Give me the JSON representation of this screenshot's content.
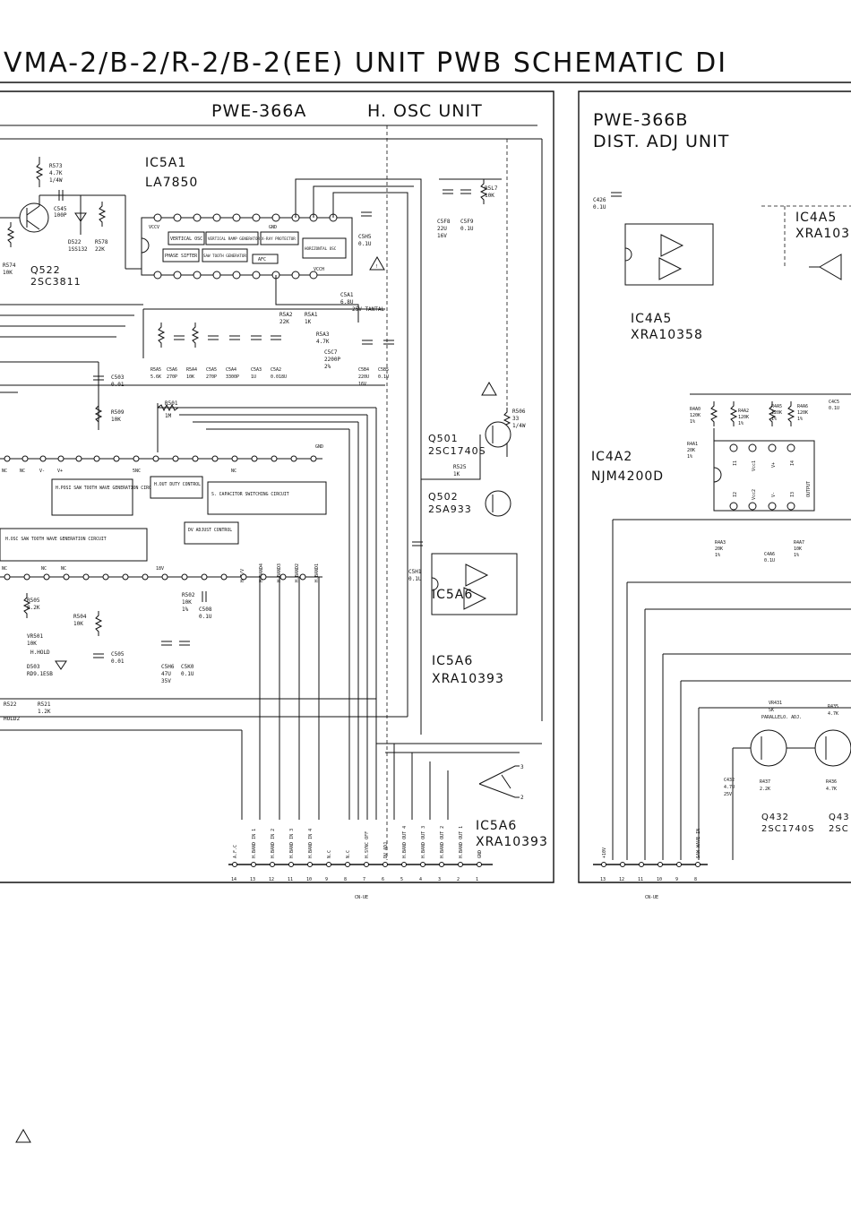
{
  "title": "VMA-2/B-2/R-2/B-2(EE) UNIT PWB SCHEMATIC DI",
  "left_panel": {
    "unit_code": "PWE-366A",
    "unit_name": "H. OSC UNIT",
    "ic5a1": {
      "ref": "IC5A1",
      "part": "LA7850"
    },
    "ic_blocks": [
      "VERTICAL OSC",
      "VERTICAL RAMP GENERATOR",
      "X-RAY PROTECTOR",
      "HORIZONTAL OSC",
      "PHASE SIFTER",
      "SAW TOOTH GENERATOR",
      "AFC"
    ],
    "ic_pins_top": [
      "VCCV",
      "GND"
    ],
    "ic_pins_bottom": [
      "VCCH"
    ],
    "transistor_q522": {
      "ref": "Q522",
      "part": "2SC3811"
    },
    "q501": {
      "ref": "Q501",
      "part": "2SC1740S"
    },
    "q502": {
      "ref": "Q502",
      "part": "2SA933"
    },
    "ic5a6": {
      "ref": "IC5A6",
      "part": "XRA10393"
    },
    "ic5a6_side": {
      "ref": "IC5A6",
      "part": "XRA10393"
    },
    "components": [
      {
        "ref": "R573",
        "val": "4.7K",
        "extra": "1/4W"
      },
      {
        "ref": "C545",
        "val": "100P"
      },
      {
        "ref": "D522",
        "val": "1SS132"
      },
      {
        "ref": "R578",
        "val": "22K"
      },
      {
        "ref": "R574",
        "val": "10K"
      },
      {
        "ref": "C5F8",
        "val": "22U",
        "extra": "16V"
      },
      {
        "ref": "C5F9",
        "val": "0.1U"
      },
      {
        "ref": "R5L7",
        "val": "10K"
      },
      {
        "ref": "C5H5",
        "val": "0.1U"
      },
      {
        "ref": "C5A1",
        "val": "6.8U",
        "extra": "25V TANTAL"
      },
      {
        "ref": "R5A2",
        "val": "22K"
      },
      {
        "ref": "R5A1",
        "val": "1K"
      },
      {
        "ref": "R5A3",
        "val": "4.7K"
      },
      {
        "ref": "C5C7",
        "val": "2200P",
        "extra": "2%"
      },
      {
        "ref": "C503",
        "val": "0.01"
      },
      {
        "ref": "R509",
        "val": "10K"
      },
      {
        "ref": "R501",
        "val": "1M"
      },
      {
        "ref": "R506",
        "val": "33",
        "extra": "1/4W"
      },
      {
        "ref": "R525",
        "val": "1K"
      },
      {
        "ref": "C5H1",
        "val": "0.1U"
      },
      {
        "ref": "R505",
        "val": "8.2K"
      },
      {
        "ref": "R504",
        "val": "10K"
      },
      {
        "ref": "R502",
        "val": "10K",
        "extra": "1%"
      },
      {
        "ref": "C508",
        "val": "0.1U"
      },
      {
        "ref": "C5H6",
        "val": "47U",
        "extra": "35V"
      },
      {
        "ref": "C5K0",
        "val": "0.1U"
      },
      {
        "ref": "C505",
        "val": "0.01"
      },
      {
        "ref": "VR501",
        "val": "10K",
        "extra": "H.HOLD"
      },
      {
        "ref": "D503",
        "val": "RD9.1ESB"
      },
      {
        "ref": "R521",
        "val": "1.2K"
      },
      {
        "ref": "R522",
        "val": "",
        "extra": "HOLD2"
      }
    ],
    "bottom_caps": [
      {
        "ref": "R5A5",
        "val": "5.6K"
      },
      {
        "ref": "C5A6",
        "val": "270P"
      },
      {
        "ref": "R5A4",
        "val": "10K"
      },
      {
        "ref": "C5A5",
        "val": "270P"
      },
      {
        "ref": "C5A4",
        "val": "3300P"
      },
      {
        "ref": "C5A3",
        "val": "1U"
      },
      {
        "ref": "C5A2",
        "val": "0.018U"
      },
      {
        "ref": "C5B4",
        "val": "220U",
        "extra": "16V"
      },
      {
        "ref": "C5B5",
        "val": "0.1U"
      }
    ],
    "pins_row1": [
      "NC",
      "NC",
      "V-",
      "V+",
      "5NC",
      "NC",
      "GND"
    ],
    "pins_row2": [
      "NC",
      "NC",
      "NC",
      "18V"
    ],
    "func_blocks": [
      "H.POSI SAW TOOTH WAVE GENERATION CIRCUIT",
      "H.OUT DUTY CONTROL",
      "S. CAPACITOR SWITCHING CIRCUIT",
      "H.OSC SAW TOOTH WAVE GENERATION CIRCUIT",
      "DV ADJUST CONTROL"
    ],
    "band_labels": [
      "H.BAND4",
      "H.BAND3",
      "H.BAND2",
      "H.BAND1",
      "H.T/V"
    ],
    "connector": {
      "labels": [
        "A.F.C",
        "H.BAND IN 1",
        "H.BAND IN 2",
        "H.BAND IN 3",
        "H.BAND IN 4",
        "N.C",
        "N.C",
        "H.SYNC OFF",
        "DV ADJ",
        "H.BAND OUT 4",
        "H.BAND OUT 3",
        "H.BAND OUT 2",
        "H.BAND OUT 1",
        "GND"
      ],
      "numbers": [
        "14",
        "13",
        "12",
        "11",
        "10",
        "9",
        "8",
        "7",
        "6",
        "5",
        "4",
        "3",
        "2",
        "1"
      ],
      "name": "CN-UE"
    }
  },
  "right_panel": {
    "unit_code": "PWE-366B",
    "unit_name": "DIST. ADJ UNIT",
    "ic4a5_top": {
      "ref": "IC4A5",
      "part": "XRA103"
    },
    "ic4a5": {
      "ref": "IC4A5",
      "part": "XRA10358"
    },
    "ic4a2": {
      "ref": "IC4A2",
      "part": "NJM4200D"
    },
    "ic4a2_pins": [
      "I1",
      "Vcc1",
      "V+",
      "I4",
      "OUTPUT",
      "I2",
      "Vcc2",
      "V-",
      "I3"
    ],
    "components": [
      {
        "ref": "C426",
        "val": "0.1U"
      },
      {
        "ref": "R4A0",
        "val": "120K",
        "extra": "1%"
      },
      {
        "ref": "R4A2",
        "val": "120K",
        "extra": "1%"
      },
      {
        "ref": "R4A5",
        "val": "120K",
        "extra": "1%"
      },
      {
        "ref": "R4A6",
        "val": "120K",
        "extra": "1%"
      },
      {
        "ref": "C4C5",
        "val": "0.1U"
      },
      {
        "ref": "R4A1",
        "val": "20K",
        "extra": "1%"
      },
      {
        "ref": "R4A3",
        "val": "20K",
        "extra": "1%"
      },
      {
        "ref": "R4A7",
        "val": "10K",
        "extra": "1%"
      },
      {
        "ref": "C4A6",
        "val": "0.1U"
      },
      {
        "ref": "VR431",
        "val": "5K",
        "extra": "PARALLELO. ADJ."
      },
      {
        "ref": "R435",
        "val": "4.7K"
      },
      {
        "ref": "C432",
        "val": "4.7U",
        "extra": "25V"
      },
      {
        "ref": "R437",
        "val": "2.2K"
      },
      {
        "ref": "R436",
        "val": "4.7K"
      }
    ],
    "transistors": [
      {
        "ref": "Q432",
        "part": "2SC1740S"
      },
      {
        "ref": "Q43",
        "part": "2SC"
      }
    ],
    "connector": {
      "labels": [
        "+10V",
        "SAW WAVE IN"
      ],
      "numbers": [
        "13",
        "12",
        "11",
        "10",
        "9",
        "8"
      ],
      "name": "CN-UE"
    }
  }
}
